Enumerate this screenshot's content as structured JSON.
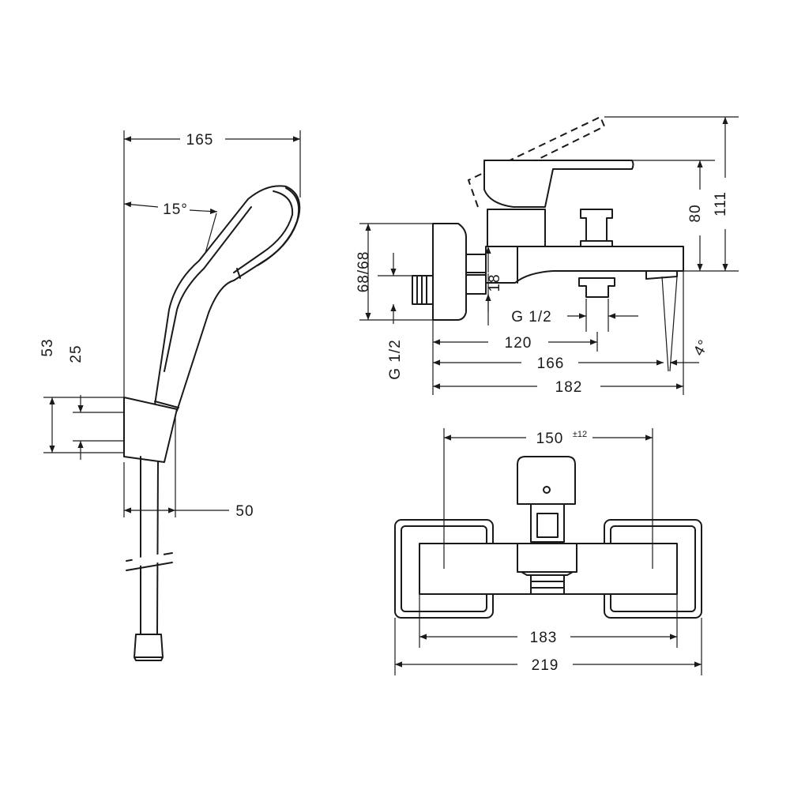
{
  "drawing": {
    "hand_shower": {
      "width": "165",
      "angle": "15°",
      "holder_height": "53",
      "holder_inner": "25",
      "holder_depth": "50"
    },
    "mixer_side": {
      "connection_spacing": "68/68",
      "thread_left": "G 1/2",
      "thread_bottom": "G 1/2",
      "spout_offset": "18",
      "height_80": "80",
      "height_111": "111",
      "len_120": "120",
      "len_166": "166",
      "len_182": "182",
      "angle": "4°"
    },
    "mixer_front": {
      "centres": "150",
      "centres_tolerance": "±12",
      "body_width": "183",
      "overall_width": "219"
    }
  }
}
